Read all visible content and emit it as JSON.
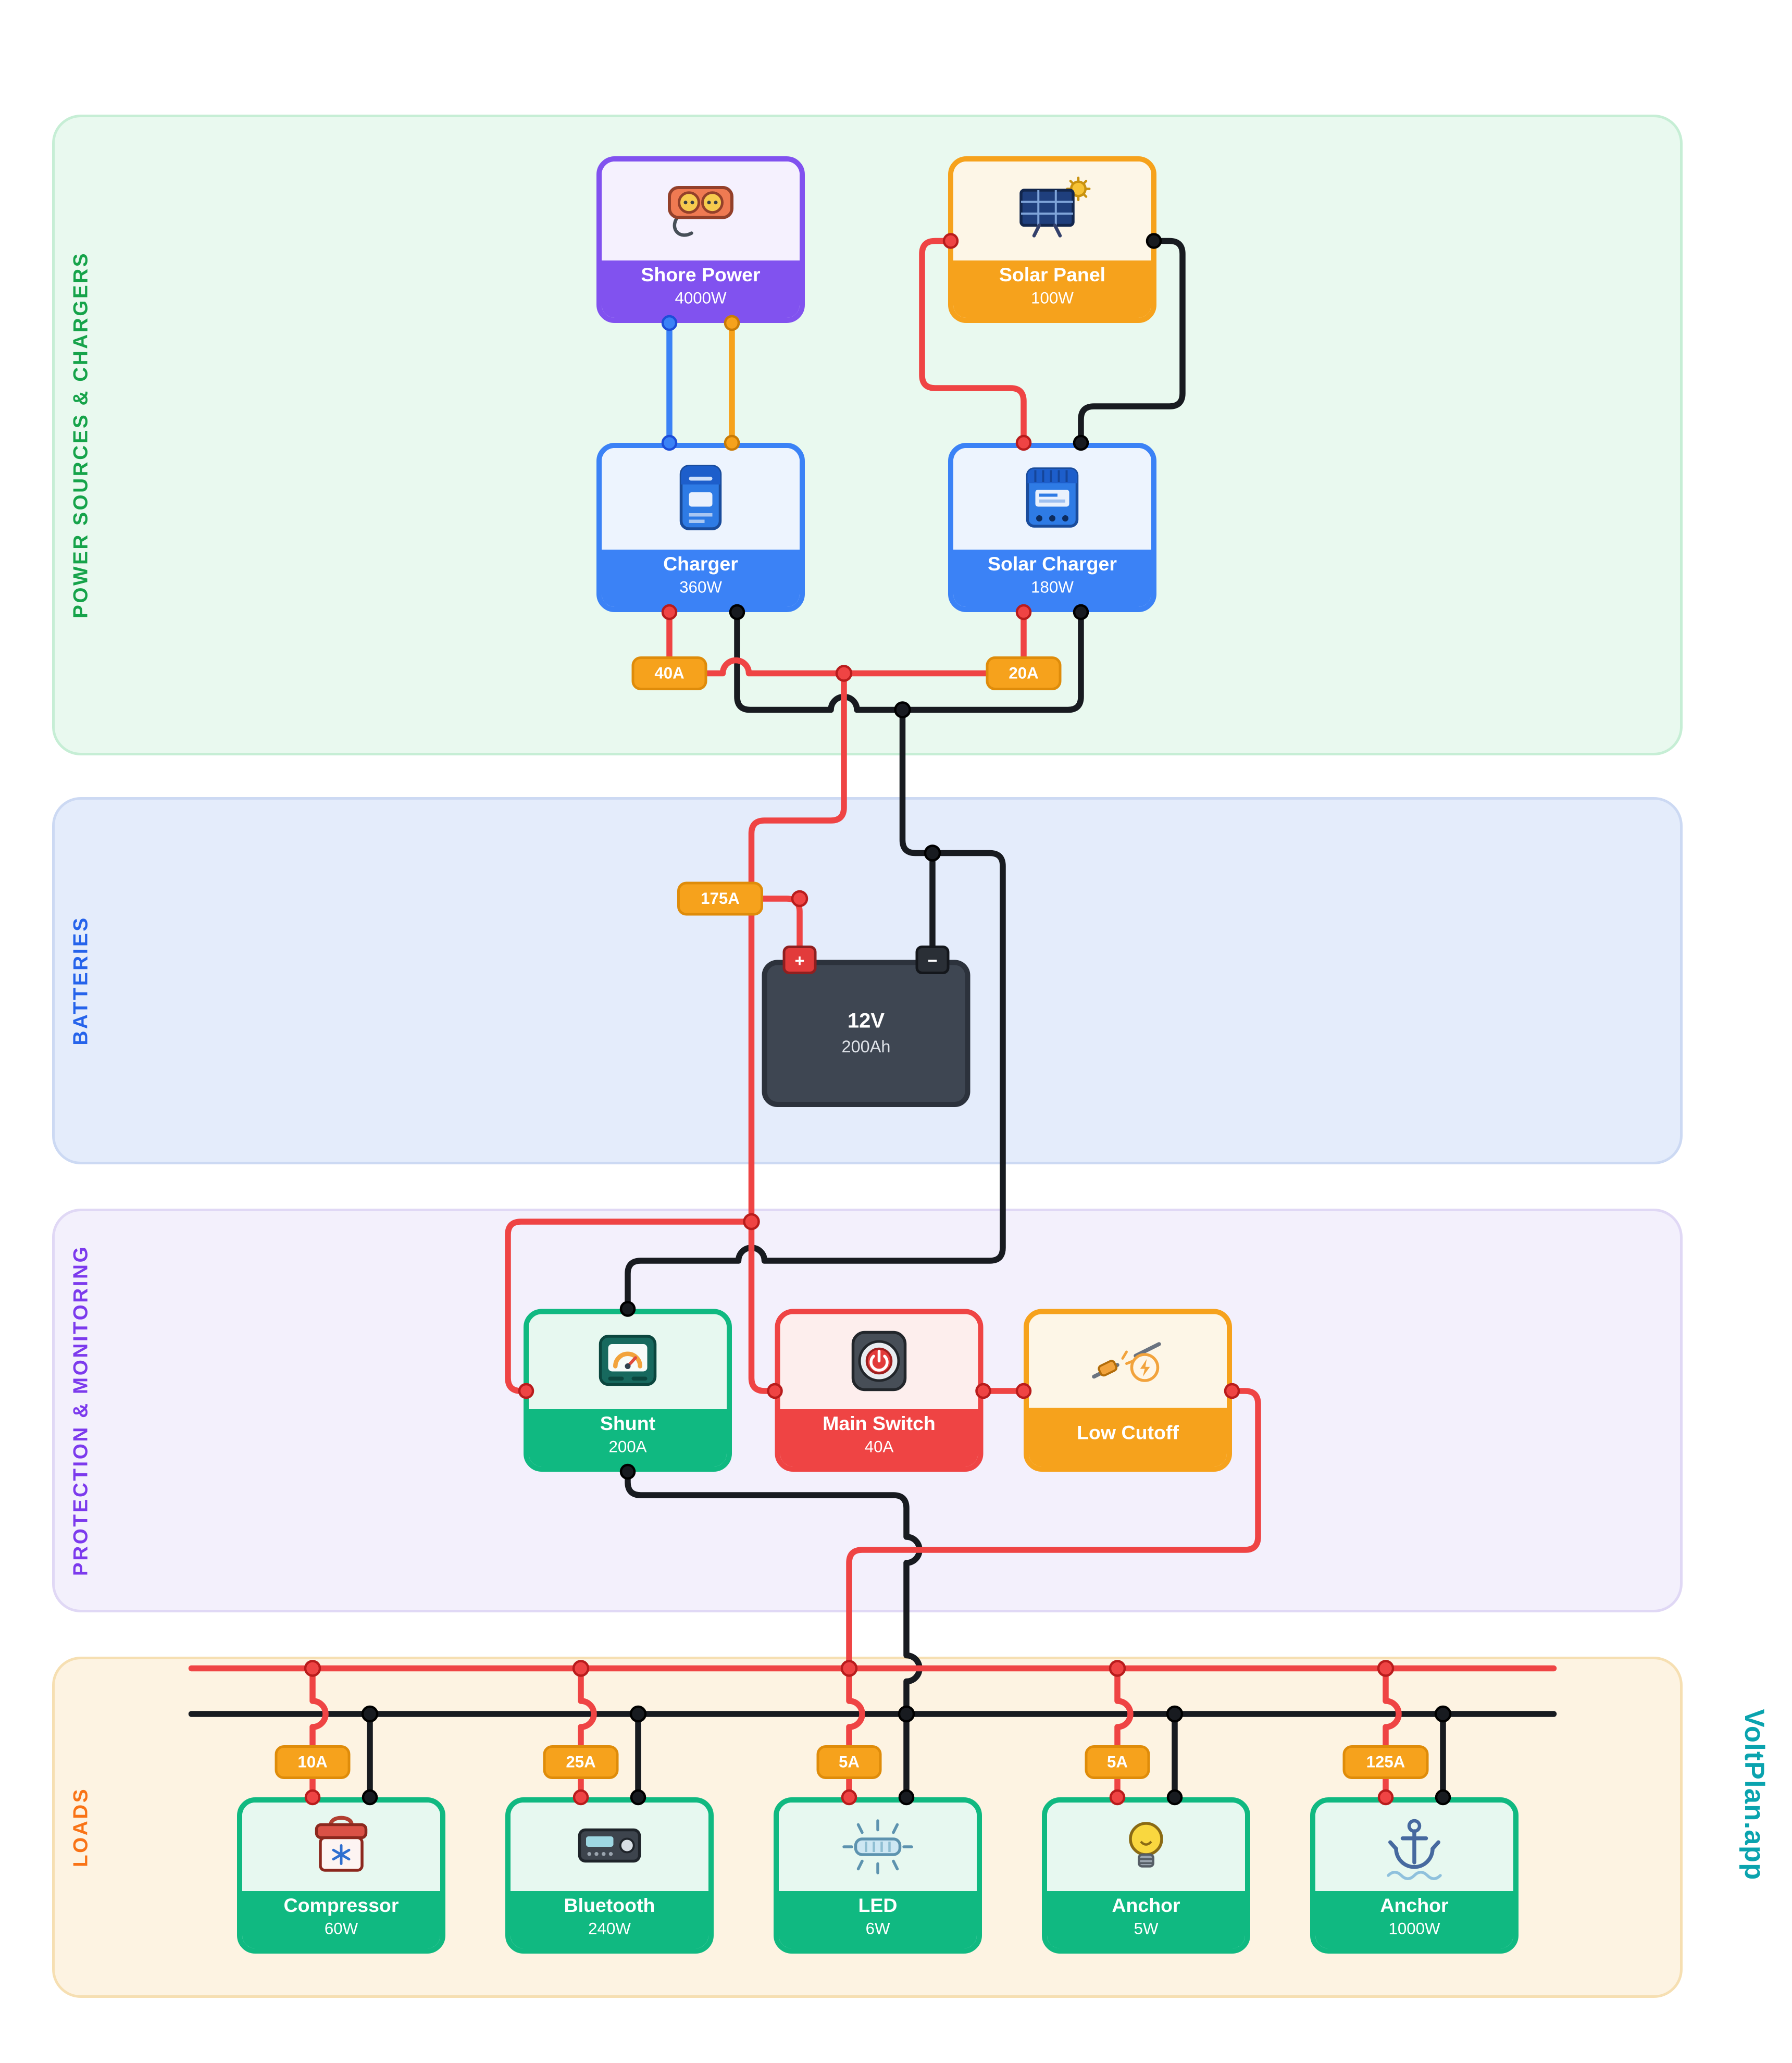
{
  "sections": {
    "power_sources": {
      "label": "POWER SOURCES & CHARGERS"
    },
    "batteries": {
      "label": "BATTERIES"
    },
    "protection": {
      "label": "PROTECTION & MONITORING"
    },
    "loads": {
      "label": "LOADS"
    }
  },
  "watermark": {
    "text": "VoltPlan.app"
  },
  "components": {
    "shore_power": {
      "title": "Shore Power",
      "value": "4000W"
    },
    "solar_panel": {
      "title": "Solar Panel",
      "value": "100W"
    },
    "charger": {
      "title": "Charger",
      "value": "360W"
    },
    "solar_charger": {
      "title": "Solar Charger",
      "value": "180W"
    },
    "battery": {
      "title": "12V",
      "value": "200Ah",
      "positive": "+",
      "negative": "−"
    },
    "shunt": {
      "title": "Shunt",
      "value": "200A"
    },
    "main_switch": {
      "title": "Main Switch",
      "value": "40A"
    },
    "low_cutoff": {
      "title": "Low Cutoff"
    }
  },
  "fuses": {
    "charger_fuse": "40A",
    "solar_fuse": "20A",
    "battery_fuse": "175A"
  },
  "loads": [
    {
      "title": "Compressor",
      "value": "60W",
      "fuse": "10A"
    },
    {
      "title": "Bluetooth",
      "value": "240W",
      "fuse": "25A"
    },
    {
      "title": "LED",
      "value": "6W",
      "fuse": "5A"
    },
    {
      "title": "Anchor",
      "value": "5W",
      "fuse": "5A"
    },
    {
      "title": "Anchor",
      "value": "1000W",
      "fuse": "125A"
    }
  ],
  "colors": {
    "wire_positive": "#ef4444",
    "wire_negative": "#181b20",
    "wire_ac_blue": "#3b82f6",
    "wire_ac_orange": "#f6a21c",
    "purple": "#8152ef",
    "orange": "#f6a21c",
    "blue": "#3b82f6",
    "green": "#10b981",
    "red": "#ef4444",
    "battery_dark": "#3e4652",
    "watermark_teal": "#0aa3ae",
    "section_green": "#16a34a",
    "section_blue": "#2563eb",
    "section_purple": "#7c3aed",
    "section_orange": "#f97316"
  }
}
